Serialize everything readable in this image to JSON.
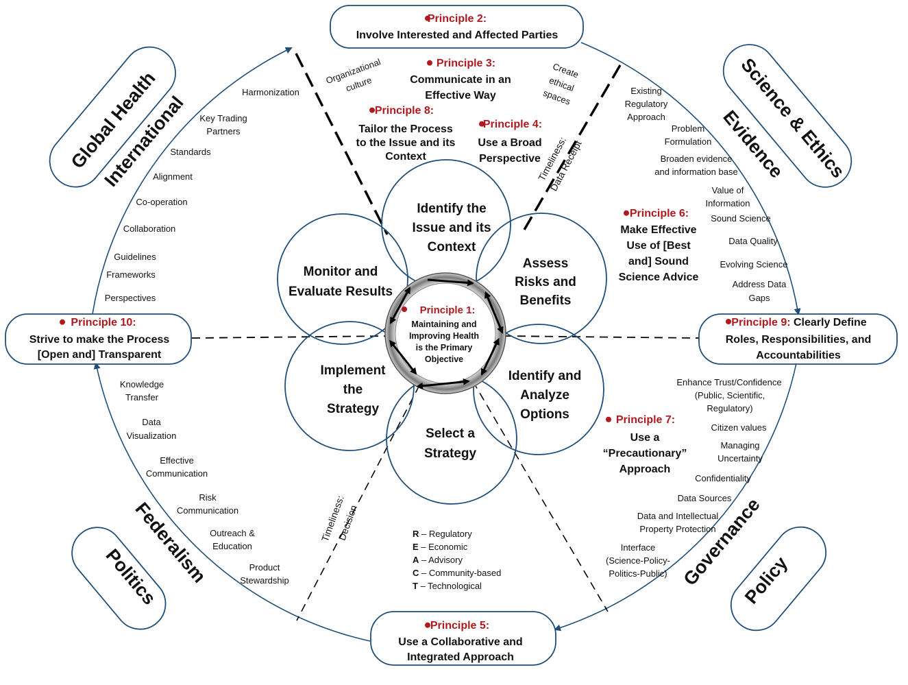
{
  "principles": {
    "p1": {
      "heading": "Principle 1:",
      "body": [
        "Maintaining and",
        "Improving Health",
        "is the Primary",
        "Objective"
      ]
    },
    "p2": {
      "heading": "Principle 2:",
      "body": [
        "Involve Interested and Affected Parties"
      ]
    },
    "p3": {
      "heading": "Principle 3:",
      "body": [
        "Communicate in an",
        "Effective Way"
      ]
    },
    "p4": {
      "heading": "Principle 4:",
      "body": [
        "Use a Broad",
        "Perspective"
      ]
    },
    "p5": {
      "heading": "Principle 5:",
      "body": [
        "Use a Collaborative and",
        "Integrated Approach"
      ]
    },
    "p6": {
      "heading": "Principle 6:",
      "body": [
        "Make Effective",
        "Use of [Best",
        "and] Sound",
        "Science Advice"
      ]
    },
    "p7": {
      "heading": "Principle 7:",
      "body": [
        "Use a",
        "“Precautionary”",
        "Approach"
      ]
    },
    "p8": {
      "heading": "Principle 8:",
      "body": [
        "Tailor the Process",
        "to the Issue and its",
        "Context"
      ]
    },
    "p9": {
      "heading": "Principle 9:",
      "inline": "Clearly Define",
      "body": [
        "Roles, Responsibilities, and",
        "Accountabilities"
      ]
    },
    "p10": {
      "heading": "Principle 10:",
      "body": [
        "Strive to make the Process",
        "[Open and] Transparent"
      ]
    }
  },
  "cycle": {
    "identify": [
      "Identify the",
      "Issue and its",
      "Context"
    ],
    "assess": [
      "Assess",
      "Risks and",
      "Benefits"
    ],
    "analyze": [
      "Identify and",
      "Analyze",
      "Options"
    ],
    "select": [
      "Select a",
      "Strategy"
    ],
    "implement": [
      "Implement",
      "the",
      "Strategy"
    ],
    "monitor": [
      "Monitor and",
      "Evaluate Results"
    ]
  },
  "domains": {
    "global_health": "Global Health",
    "international": "International",
    "science_ethics": "Science & Ethics",
    "evidence": "Evidence",
    "politics": "Politics",
    "federalism": "Federalism",
    "policy": "Policy",
    "governance": "Governance"
  },
  "timeliness": {
    "data_receipt": [
      "Timeliness:",
      "Data Receipt"
    ],
    "decision": [
      "Timeliness:",
      "Decision"
    ]
  },
  "top_notes": {
    "org_culture": [
      "Organizational",
      "culture"
    ],
    "ethical_spaces": [
      "Create",
      "ethical",
      "spaces"
    ]
  },
  "left_upper_terms": [
    "Harmonization",
    "Key Trading",
    "Partners",
    "Standards",
    "Alignment",
    "Co-operation",
    "Collaboration",
    "Guidelines",
    "Frameworks",
    "Perspectives"
  ],
  "right_upper_terms": [
    "Existing",
    "Regulatory",
    "Approach",
    "Problem",
    "Formulation",
    "Broaden evidence",
    "and information base",
    "Value of",
    "Information",
    "Sound Science",
    "Data Quality",
    "Evolving Science",
    "Address Data",
    "Gaps"
  ],
  "left_lower_terms": [
    "Knowledge",
    "Transfer",
    "Data",
    "Visualization",
    "Effective",
    "Communication",
    "Risk",
    "Communication",
    "Outreach &",
    "Education",
    "Product",
    "Stewardship"
  ],
  "right_lower_terms": [
    "Enhance Trust/Confidence",
    "(Public, Scientific,",
    "Regulatory)",
    "Citizen values",
    "Managing",
    "Uncertainty",
    "Confidentiality",
    "Data Sources",
    "Data and Intellectual",
    "Property Protection",
    "Interface",
    "(Science-Policy-",
    "Politics-Public)"
  ],
  "reaact": [
    {
      "letter": "R",
      "label": " – Regulatory"
    },
    {
      "letter": "E",
      "label": " – Economic"
    },
    {
      "letter": "A",
      "label": " – Advisory"
    },
    {
      "letter": "C",
      "label": " – Community-based"
    },
    {
      "letter": "T",
      "label": " – Technological"
    }
  ],
  "colors": {
    "principle_red": "#b0191e",
    "outline_blue": "#1f4e79",
    "text": "#111111"
  }
}
